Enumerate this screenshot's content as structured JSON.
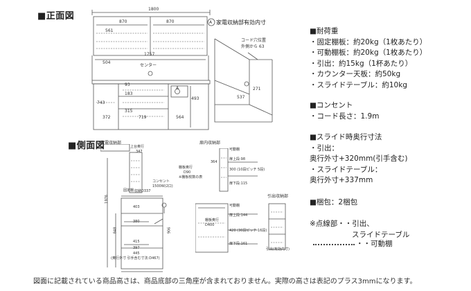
{
  "front": {
    "heading": "■正面図",
    "dim_total": "1800",
    "dim_left": "870",
    "dim_right": "870",
    "dim_upper_h": "561",
    "dim_inner_w": "1757",
    "dim_mid_h": "504",
    "center_label": "センター",
    "dim_743": "743",
    "dim_93": "93",
    "dim_183": "183",
    "dim_315": "315",
    "dim_372": "372",
    "dim_719": "719",
    "dim_564": "564",
    "dim_493": "493",
    "marker_a": "A"
  },
  "detail": {
    "marker": "A",
    "title": "家電収納部有効内寸",
    "note1": "コード穴位置",
    "note2": "外側から 63",
    "dim_271": "271",
    "dim_537": "537"
  },
  "side": {
    "heading": "■側面図",
    "box_appliance": "家電収納部",
    "box_cabinet": "扉内収納部",
    "box_drawer": "引出収納部",
    "top_depth": "上台奥行",
    "d347": "347",
    "fixed": "固定棚",
    "h1976": "1976",
    "h848": "848",
    "h906": "906",
    "d403": "403",
    "d380": "380",
    "d415": "415",
    "d397": "397",
    "d445": "445",
    "outlet": "コンセント",
    "outlet_w": "1500W(2口)",
    "slide_w": "収納D337",
    "depth_note": "(奥行外寸 引手含む寸法:D467)",
    "mov_shelf": "可動棚",
    "shelf_label": "棚板奥行",
    "d90": "D90",
    "mid_upper": "扉上段:98",
    "mid_300": "300 (10段ピッチ 5段)",
    "mid_lower": "扉下段:115",
    "mid_tana": "棚板奥行",
    "mid_d400": "D400",
    "mid_u144": "扉上段:144",
    "mid_420": "420 (30段ピッチ 16段)",
    "mid_l161": "扉下段:161",
    "mid_364": "364",
    "mid_stack_note": "※棚板枚数の表",
    "mid_kado2": "可動棚",
    "drawer_note": "引出(有効内寸)"
  },
  "specs": {
    "load_title": "■耐荷重",
    "load_items": [
      "・固定棚板：約20kg（1枚あたり）",
      "・可動棚板：約20kg（1枚あたり）",
      "・引出：約15kg（1杯あたり）",
      "・カウンター天板：約50kg",
      "・スライドテーブル：約10kg"
    ],
    "outlet_title": "■コンセント",
    "outlet_items": [
      "・コード長さ：1.9m"
    ],
    "slide_title": "■スライド時奥行寸法",
    "slide_items": [
      "・引出：",
      "奥行外寸+320mm(引手含む)",
      "・スライドテーブル：",
      "奥行外寸+337mm"
    ],
    "pack": "■梱包：2梱包",
    "note_title": "※点線部・・引出、",
    "note_sub": "スライドテーブル",
    "legend_label": "・・可動棚"
  },
  "footer": "図面に記載されている商品高さは、商品底部の三角座が含まれておりません。実際の高さは表記のプラス3mmになります。"
}
